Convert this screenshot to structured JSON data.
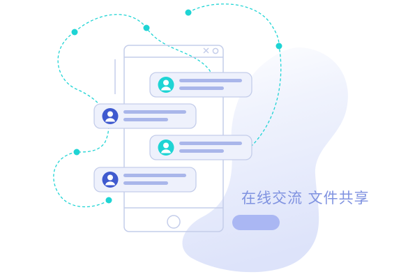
{
  "tagline": "在线交流 文件共享",
  "colors": {
    "teal": "#1ed4d4",
    "indigo": "#3f5acf",
    "line_blue": "#a9b6ea",
    "frame": "#c4cdea",
    "blob": "#e4e9fb",
    "bubble_fill": "#eef1fc",
    "text": "#7f92e0",
    "button": "#aab7f3"
  },
  "messages": [
    {
      "avatar": "teal",
      "align": "right"
    },
    {
      "avatar": "indigo",
      "align": "left"
    },
    {
      "avatar": "teal",
      "align": "right"
    },
    {
      "avatar": "indigo",
      "align": "left"
    }
  ],
  "icons": {
    "phone_close": "close-icon",
    "phone_camera": "camera-icon",
    "home_button": "home-button-icon",
    "avatar": "user-avatar-icon"
  }
}
